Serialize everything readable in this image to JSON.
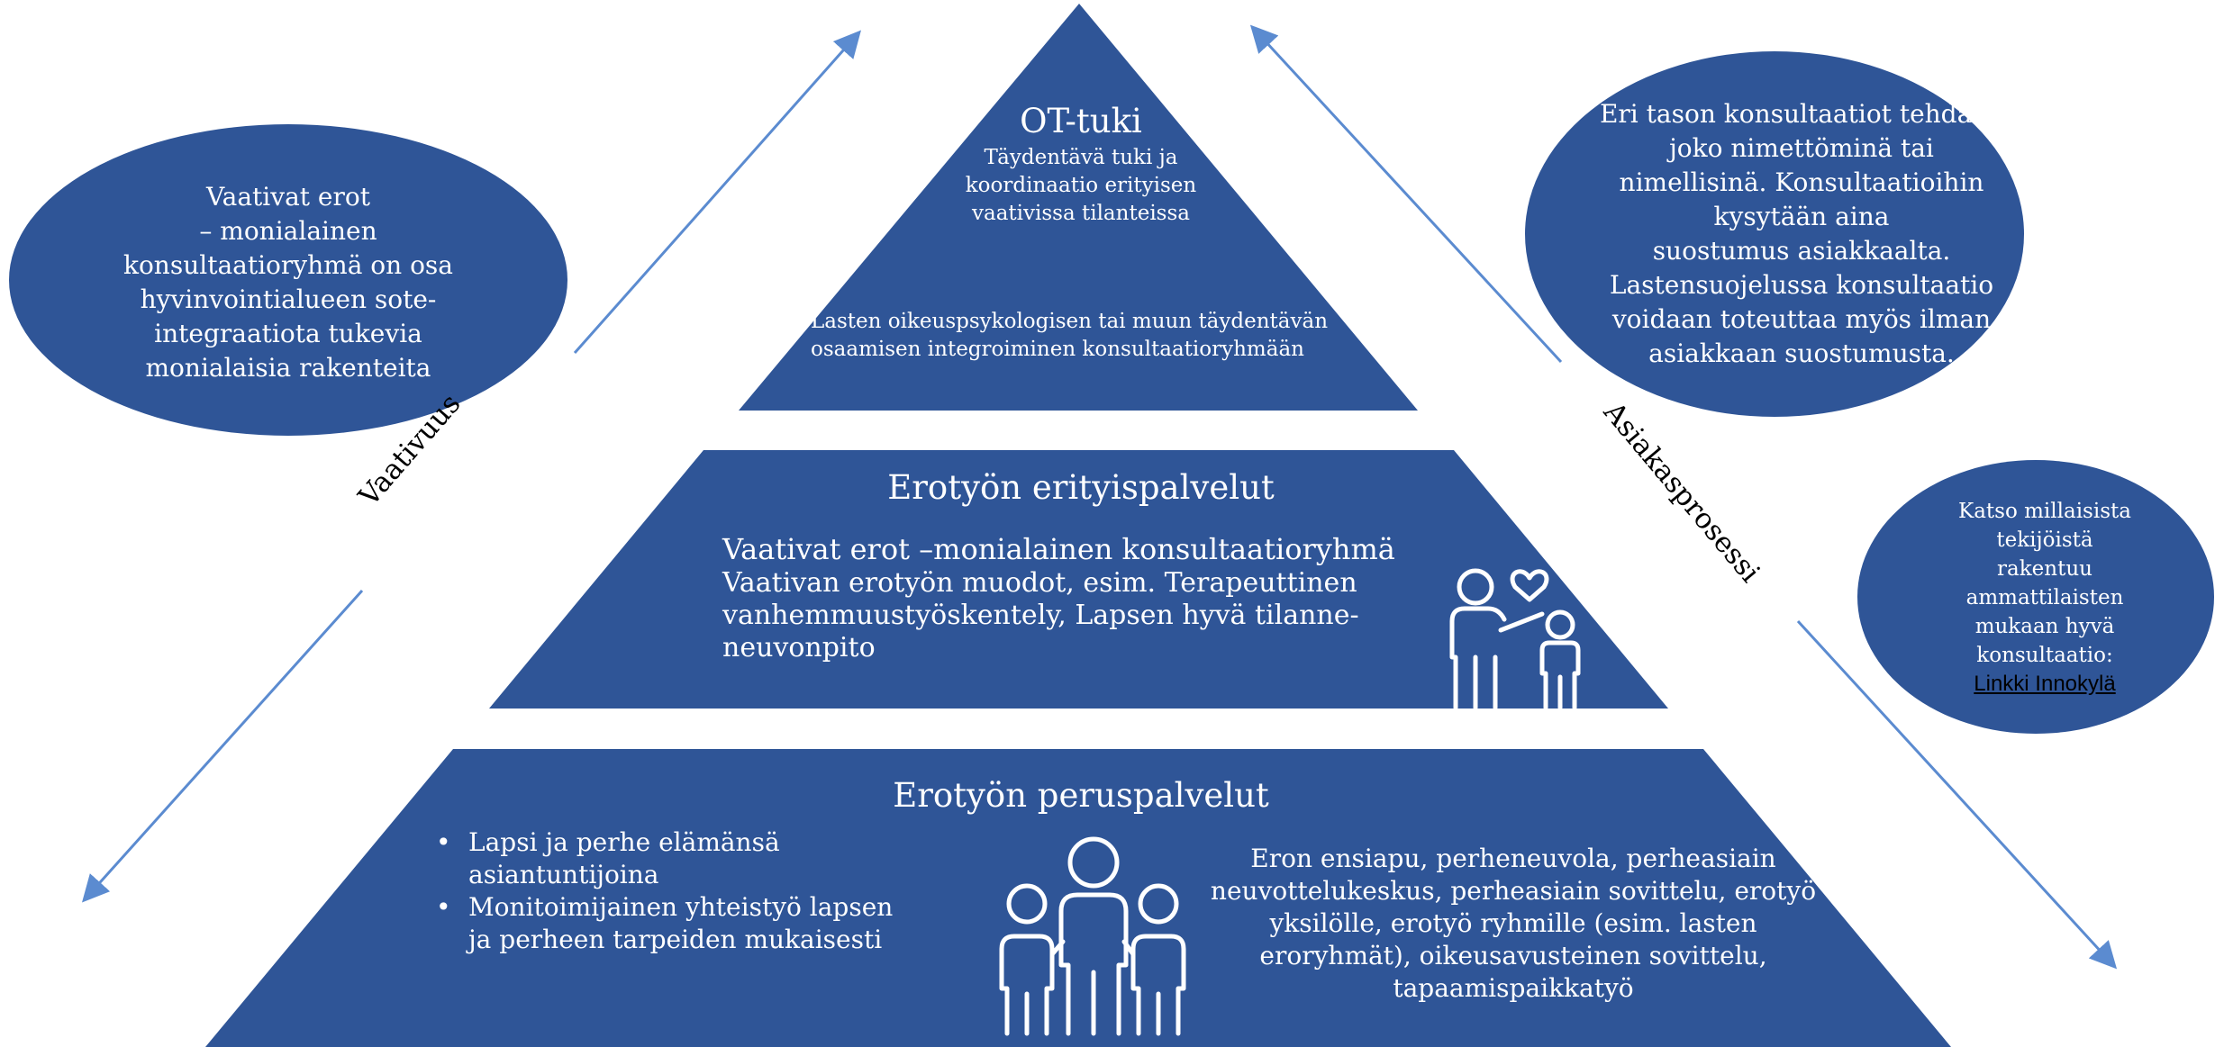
{
  "colors": {
    "shape_fill": "#2F5597",
    "arrow": "#5B8BD0",
    "text": "#FFFFFF",
    "rotated_text": "#000000",
    "link": "#000000"
  },
  "icons": [
    "adult-child-heart-icon",
    "family-icon"
  ],
  "pyramid": {
    "top": {
      "title": "OT-tuki",
      "lines": [
        "Täydentävä tuki ja",
        "koordinaatio erityisen",
        "vaativissa tilanteissa"
      ],
      "lines2": [
        "Lasten oikeuspsykologisen tai muun täydentävän",
        "osaamisen integroiminen konsultaatioryhmään"
      ]
    },
    "middle": {
      "title": "Erotyön erityispalvelut",
      "heading": "Vaativat erot –monialainen konsultaatioryhmä",
      "lines": [
        "Vaativan erotyön muodot, esim. Terapeuttinen",
        "vanhemmuustyöskentely, Lapsen hyvä tilanne-",
        "neuvonpito"
      ]
    },
    "bottom": {
      "title": "Erotyön peruspalvelut",
      "bullets": [
        [
          "Lapsi ja perhe elämänsä",
          "asiantuntijoina"
        ],
        [
          "Monitoimijainen yhteistyö lapsen",
          "ja perheen tarpeiden mukaisesti"
        ]
      ],
      "right_lines": [
        "Eron ensiapu, perheneuvola, perheasiain",
        "neuvottelukeskus, perheasiain sovittelu,  erotyö",
        "yksilölle, erotyö ryhmille (esim. lasten",
        "eroryhmät),  oikeusavusteinen sovittelu,",
        "tapaamispaikkatyö"
      ]
    }
  },
  "ellipse_left": {
    "lines": [
      "Vaativat erot",
      "– monialainen",
      "konsultaatioryhmä on osa",
      "hyvinvointialueen sote-",
      "integraatiota tukevia",
      "monialaisia rakenteita"
    ]
  },
  "ellipse_right": {
    "lines": [
      "Eri tason konsultaatiot tehdään",
      "joko nimettöminä tai",
      "nimellisinä. Konsultaatioihin",
      "kysytään aina",
      "suostumus asiakkaalta.",
      "Lastensuojelussa konsultaatio",
      "voidaan toteuttaa myös ilman",
      "asiakkaan suostumusta."
    ]
  },
  "ellipse_small": {
    "lines": [
      "Katso millaisista",
      "tekijöistä",
      "rakentuu",
      "ammattilaisten",
      "mukaan hyvä",
      "konsultaatio:"
    ],
    "link_label": "Linkki Innokylä"
  },
  "axis_left_label": "Vaativuus",
  "axis_right_label": "Asiakasprosessi"
}
